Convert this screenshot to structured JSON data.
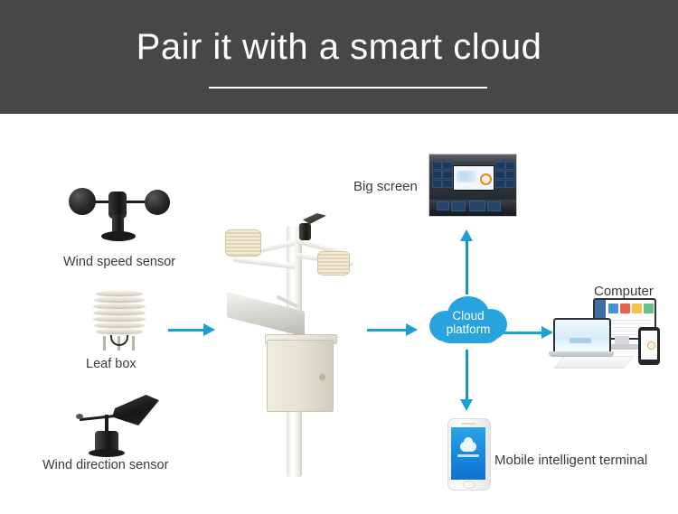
{
  "header": {
    "title": "Pair it with a smart cloud"
  },
  "diagram": {
    "sensors": [
      {
        "id": "wind-speed-sensor",
        "label": "Wind speed sensor",
        "icon": "anemometer-icon"
      },
      {
        "id": "leaf-box",
        "label": "Leaf box",
        "icon": "radiation-shield-icon"
      },
      {
        "id": "wind-direction-sensor",
        "label": "Wind direction sensor",
        "icon": "wind-vane-icon"
      }
    ],
    "station": {
      "id": "weather-station",
      "label": "",
      "icon": "weather-station-icon"
    },
    "cloud": {
      "id": "cloud-platform",
      "label_line1": "Cloud",
      "label_line2": "platform",
      "color": "#27a4dd"
    },
    "outputs": [
      {
        "id": "big-screen",
        "label": "Big screen",
        "icon": "control-room-screen-icon"
      },
      {
        "id": "computer",
        "label": "Computer",
        "icon": "computer-group-icon"
      },
      {
        "id": "mobile-terminal",
        "label": "Mobile intelligent terminal",
        "icon": "smartphone-icon"
      }
    ],
    "arrows": [
      {
        "id": "arrow-sensors-to-station",
        "direction": "right"
      },
      {
        "id": "arrow-station-to-cloud",
        "direction": "right"
      },
      {
        "id": "arrow-cloud-to-big-screen",
        "direction": "up"
      },
      {
        "id": "arrow-cloud-to-computer",
        "direction": "right"
      },
      {
        "id": "arrow-cloud-to-mobile",
        "direction": "down"
      }
    ],
    "colors": {
      "header_bg": "#474747",
      "arrow": "#19a0d8",
      "cloud": "#27a4dd",
      "text": "#3a3a3a"
    }
  }
}
